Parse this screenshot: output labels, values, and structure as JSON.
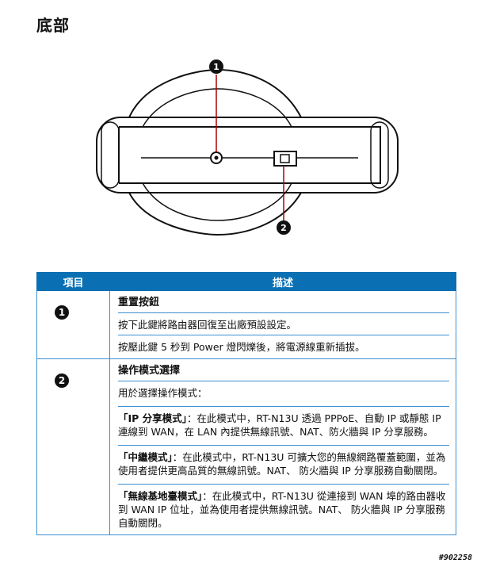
{
  "page": {
    "title": "底部"
  },
  "diagram": {
    "callout_1": "1",
    "callout_2": "2"
  },
  "table": {
    "headers": {
      "item": "項目",
      "description": "描述"
    },
    "rows": [
      {
        "number": "1",
        "title": "重置按鈕",
        "lines": [
          "按下此鍵將路由器回復至出廠預設設定。",
          "按壓此鍵 5 秒到 Power 燈閃爍後，將電源線重新插拔。"
        ]
      },
      {
        "number": "2",
        "title": "操作模式選擇",
        "intro": "用於選擇操作模式：",
        "modes": [
          {
            "name": "「IP 分享模式」",
            "text": "：在此模式中，RT-N13U 透過 PPPoE、自動 IP 或靜態 IP 連線到 WAN，在 LAN 內提供無線訊號、NAT、防火牆與 IP 分享服務。"
          },
          {
            "name": "「中繼模式」",
            "text": "：在此模式中，RT-N13U 可擴大您的無線網路覆蓋範圍，並為使用者提供更高品質的無線訊號。NAT、 防火牆與 IP 分享服務自動關閉。"
          },
          {
            "name": "「無線基地臺模式」",
            "text": "：在此模式中，RT-N13U 從連接到 WAN 埠的路由器收到 WAN IP 位址，並為使用者提供無線訊號。NAT、 防火牆與 IP 分享服務自動關閉。"
          }
        ]
      }
    ]
  },
  "footer": {
    "tag": "#902258"
  }
}
